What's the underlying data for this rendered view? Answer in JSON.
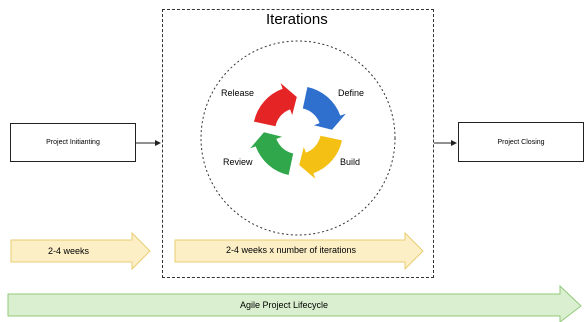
{
  "iterations": {
    "title": "Iterations"
  },
  "boxes": {
    "start": "Project Initianting",
    "end": "Project Closing"
  },
  "cycle": {
    "release": "Release",
    "define": "Define",
    "build": "Build",
    "review": "Review"
  },
  "timelines": {
    "pre": "2-4 weeks",
    "iter": "2-4 weeks x number of iterations",
    "lifecycle": "Agile Project Lifecycle"
  },
  "colors": {
    "red": "#e52525",
    "blue": "#2f70cf",
    "yellow": "#f4c013",
    "green": "#2fa74a",
    "arrow_fill": "#fcefc6",
    "arrow_stroke": "#e9cd72",
    "life_fill": "#d9efcf",
    "life_stroke": "#92c97a"
  }
}
